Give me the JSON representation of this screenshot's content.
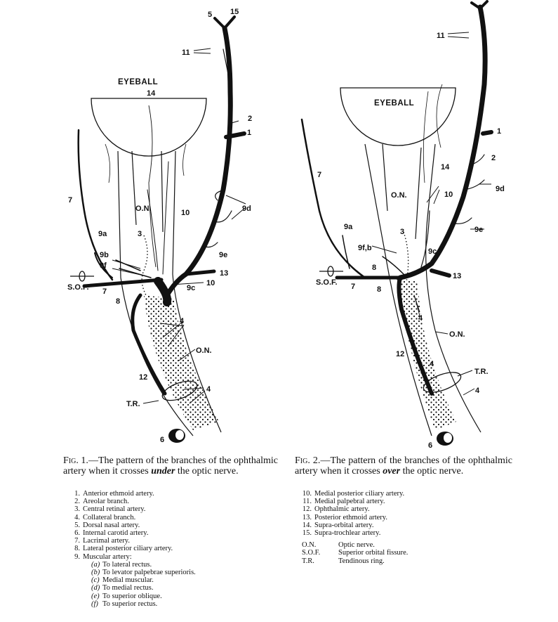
{
  "fig1": {
    "eyeball_label": "EYEBALL",
    "labels": {
      "l5": "5",
      "l15": "15",
      "l11": "11",
      "l14": "14",
      "l2": "2",
      "l1": "1",
      "l7": "7",
      "on": "O.N.",
      "l10a": "10",
      "l9d": "9d",
      "l9a": "9a",
      "l3": "3",
      "l9b": "9b",
      "l9e": "9e",
      "l9f": "9f",
      "l13": "13",
      "sof": "S.O.F.",
      "l7b": "7",
      "l10b": "10",
      "l9c": "9c",
      "l8": "8",
      "l4a": "4",
      "on2": "O.N.",
      "l12": "12",
      "l4b": "4",
      "tr": "T.R.",
      "l6": "6"
    },
    "caption_prefix": "Fig. 1.",
    "caption_mid": "—The pattern of the branches of the ophthalmic artery when it crosses ",
    "caption_emph": "under",
    "caption_end": " the optic nerve.",
    "legend": [
      {
        "n": "1.",
        "t": "Anterior ethmoid artery."
      },
      {
        "n": "2.",
        "t": "Areolar branch."
      },
      {
        "n": "3.",
        "t": "Central retinal artery."
      },
      {
        "n": "4.",
        "t": "Collateral branch."
      },
      {
        "n": "5.",
        "t": "Dorsal nasal artery."
      },
      {
        "n": "6.",
        "t": "Internal carotid artery."
      },
      {
        "n": "7.",
        "t": "Lacrimal artery."
      },
      {
        "n": "8.",
        "t": "Lateral posterior ciliary artery."
      },
      {
        "n": "9.",
        "t": "Muscular artery:"
      }
    ],
    "sublegend": [
      {
        "l": "(a)",
        "t": "To lateral rectus."
      },
      {
        "l": "(b)",
        "t": "To levator palpebrae superioris."
      },
      {
        "l": "(c)",
        "t": "Medial muscular."
      },
      {
        "l": "(d)",
        "t": "To medial rectus."
      },
      {
        "l": "(e)",
        "t": "To superior oblique."
      },
      {
        "l": "(f)",
        "t": "To superior rectus."
      }
    ]
  },
  "fig2": {
    "eyeball_label": "EYEBALL",
    "labels": {
      "l11": "11",
      "l1": "1",
      "l14": "14",
      "l2": "2",
      "l9d": "9d",
      "l7": "7",
      "on": "O.N.",
      "l10": "10",
      "l9e": "9e",
      "l9a": "9a",
      "l3": "3",
      "l9fb": "9f,b",
      "l9c": "9c",
      "l8a": "8",
      "sof": "S.O.F.",
      "l7b": "7",
      "l8b": "8",
      "l13": "13",
      "l4a": "4",
      "on2": "O.N.",
      "l12": "12",
      "l4b": "4",
      "tr": "T.R.",
      "l4c": "4",
      "l6": "6"
    },
    "caption_prefix": "Fig. 2.",
    "caption_mid": "—The pattern of the branches of the ophthalmic artery when it crosses ",
    "caption_emph": "over",
    "caption_end": " the optic nerve.",
    "legend": [
      {
        "n": "10.",
        "t": "Medial posterior ciliary artery."
      },
      {
        "n": "11.",
        "t": "Medial palpebral artery."
      },
      {
        "n": "12.",
        "t": "Ophthalmic artery."
      },
      {
        "n": "13.",
        "t": "Posterior ethmoid artery."
      },
      {
        "n": "14.",
        "t": "Supra-orbital artery."
      },
      {
        "n": "15.",
        "t": "Supra-trochlear artery."
      }
    ],
    "abbreviations": [
      {
        "a": "O.N.",
        "t": "Optic nerve."
      },
      {
        "a": "S.O.F.",
        "t": "Superior orbital fissure."
      },
      {
        "a": "T.R.",
        "t": "Tendinous ring."
      }
    ]
  }
}
